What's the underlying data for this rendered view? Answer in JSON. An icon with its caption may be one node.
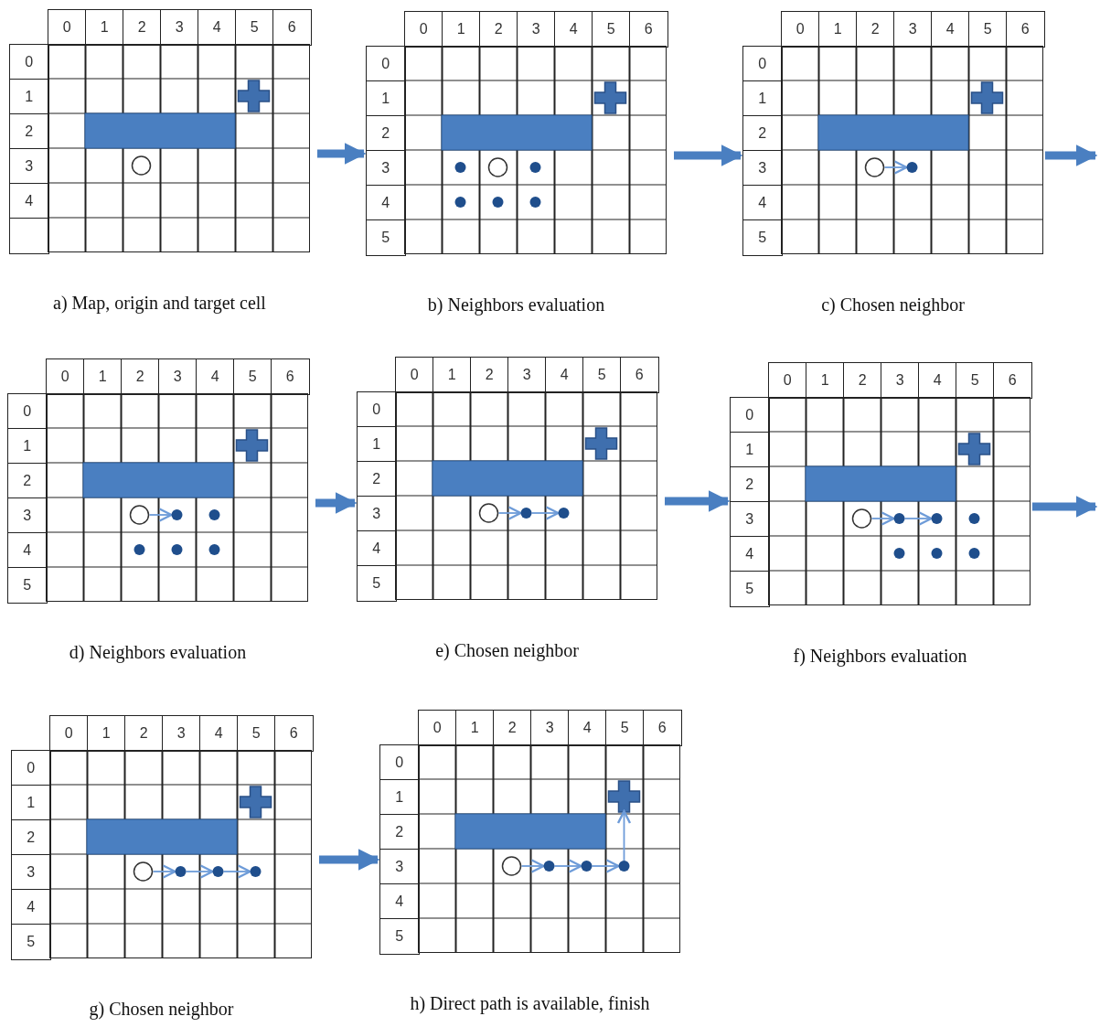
{
  "diagram": {
    "nodes": [
      {
        "text": [
          "0",
          "1",
          "2",
          "3",
          "4",
          "5",
          "6",
          "0",
          "1",
          "2",
          "3",
          "4",
          "a) Map, origin and target cell"
        ]
      },
      {
        "text": [
          "0",
          "1",
          "2",
          "3",
          "4",
          "5",
          "6",
          "0",
          "1",
          "2",
          "3",
          "4",
          "5",
          "b) Neighbors evaluation"
        ]
      },
      {
        "text": [
          "0",
          "1",
          "2",
          "3",
          "4",
          "5",
          "6",
          "0",
          "1",
          "2",
          "3",
          "4",
          "5",
          "c) Chosen neighbor"
        ]
      },
      {
        "text": [
          "0",
          "1",
          "2",
          "3",
          "4",
          "5",
          "6",
          "0",
          "1",
          "2",
          "3",
          "4",
          "5",
          "d) Neighbors evaluation"
        ]
      },
      {
        "text": [
          "0",
          "1",
          "2",
          "3",
          "4",
          "5",
          "6",
          "0",
          "1",
          "2",
          "3",
          "4",
          "5",
          "e) Chosen neighbor"
        ]
      },
      {
        "text": [
          "0",
          "1",
          "2",
          "3",
          "4",
          "5",
          "6",
          "0",
          "1",
          "2",
          "3",
          "4",
          "5",
          "f) Neighbors evaluation"
        ]
      },
      {
        "text": [
          "0",
          "1",
          "2",
          "3",
          "4",
          "5",
          "6",
          "0",
          "1",
          "2",
          "3",
          "4",
          "5",
          "g) Chosen neighbor"
        ]
      },
      {
        "text": [
          "0",
          "1",
          "2",
          "3",
          "4",
          "5",
          "6",
          "0",
          "1",
          "2",
          "3",
          "4",
          "5",
          "h) Direct path is available, finish"
        ]
      }
    ],
    "edges": [
      {
        "from": 0,
        "to": 1,
        "arrow": "to"
      },
      {
        "from": 1,
        "to": 2,
        "arrow": "to"
      },
      {
        "from": 2,
        "to": null,
        "arrow": "to"
      },
      {
        "from": 3,
        "to": 4,
        "arrow": "to"
      },
      {
        "from": 4,
        "to": 5,
        "arrow": "to"
      },
      {
        "from": 5,
        "to": null,
        "arrow": "to"
      },
      {
        "from": 6,
        "to": 7,
        "arrow": "to"
      }
    ]
  }
}
